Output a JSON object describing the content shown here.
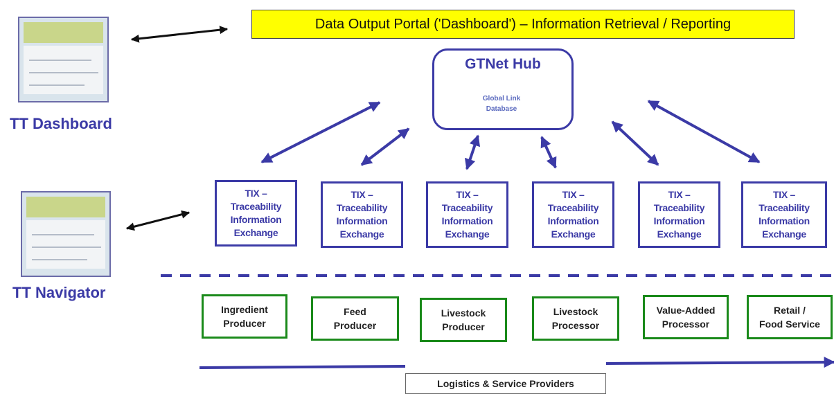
{
  "portal": {
    "text": "Data Output Portal ('Dashboard') – Information Retrieval / Reporting"
  },
  "hub": {
    "title": "GTNet Hub",
    "db_line1": "Global Link",
    "db_line2": "Database"
  },
  "left_panel": {
    "dashboard_label": "TT Dashboard",
    "navigator_label": "TT Navigator"
  },
  "tix": [
    {
      "line1": "TIX –",
      "line2": "Traceability",
      "line3": "Information",
      "line4": "Exchange"
    },
    {
      "line1": "TIX –",
      "line2": "Traceability",
      "line3": "Information",
      "line4": "Exchange"
    },
    {
      "line1": "TIX –",
      "line2": "Traceability",
      "line3": "Information",
      "line4": "Exchange"
    },
    {
      "line1": "TIX –",
      "line2": "Traceability",
      "line3": "Information",
      "line4": "Exchange"
    },
    {
      "line1": "TIX –",
      "line2": "Traceability",
      "line3": "Information",
      "line4": "Exchange"
    },
    {
      "line1": "TIX –",
      "line2": "Traceability",
      "line3": "Information",
      "line4": "Exchange"
    }
  ],
  "producers": [
    {
      "line1": "Ingredient",
      "line2": "Producer"
    },
    {
      "line1": "Feed",
      "line2": "Producer"
    },
    {
      "line1": "Livestock",
      "line2": "Producer"
    },
    {
      "line1": "Livestock",
      "line2": "Processor"
    },
    {
      "line1": "Value-Added",
      "line2": "Processor"
    },
    {
      "line1": "Retail /",
      "line2": "Food Service"
    }
  ],
  "logistics": {
    "text": "Logistics & Service Providers"
  },
  "colors": {
    "navy": "#3b3aa6",
    "green": "#1a8a1a",
    "banner": "#ffff00"
  }
}
